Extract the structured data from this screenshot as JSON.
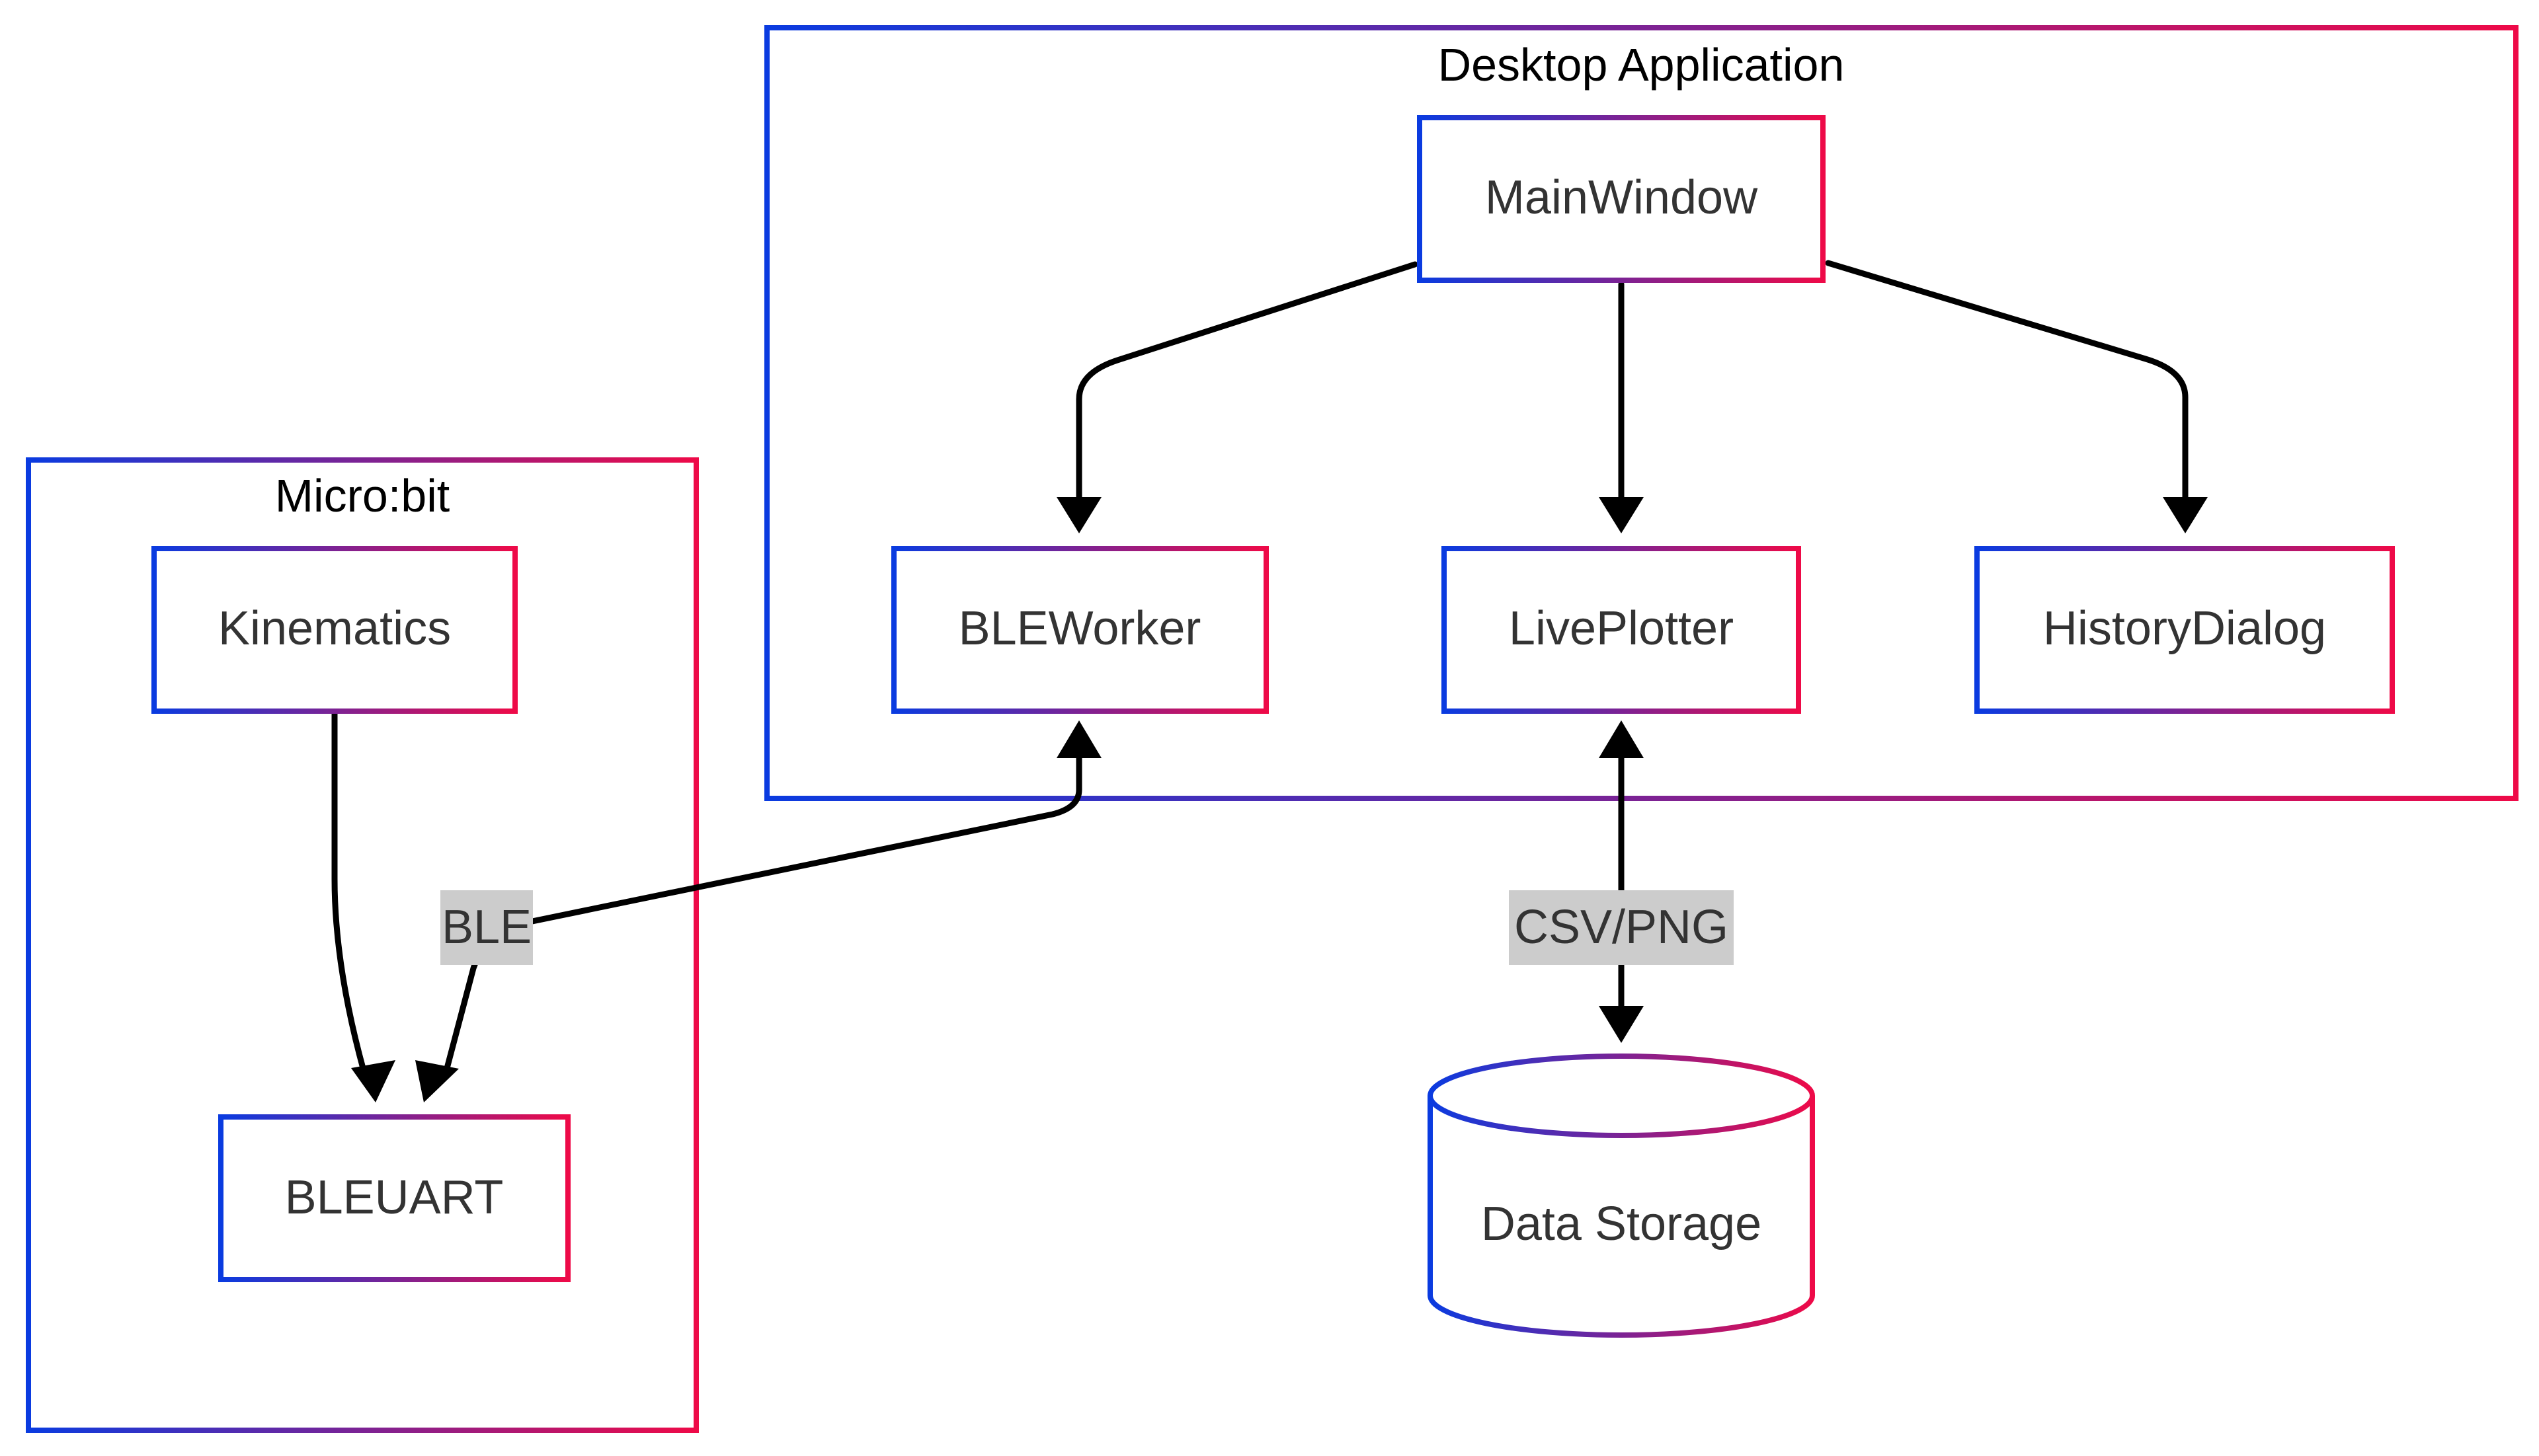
{
  "groups": {
    "desktop": {
      "title": "Desktop Application"
    },
    "microbit": {
      "title": "Micro:bit"
    }
  },
  "nodes": {
    "mainwindow": "MainWindow",
    "bleworker": "BLEWorker",
    "liveplotter": "LivePlotter",
    "historydialog": "HistoryDialog",
    "kinematics": "Kinematics",
    "bleuart": "BLEUART",
    "datastorage": "Data Storage"
  },
  "edge_labels": {
    "ble": "BLE",
    "csv_png": "CSV/PNG"
  },
  "colors": {
    "gradient_start": "#0a3be0",
    "gradient_end": "#ee0a48",
    "edge": "#000000",
    "label_bg": "#cccccc",
    "text": "#333333"
  }
}
